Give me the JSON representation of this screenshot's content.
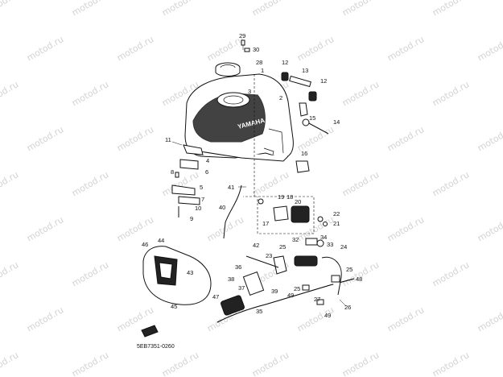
{
  "watermark": "motod.ru",
  "diagram_code": "5EB7351-0260",
  "tank_logo_text": "YAMAHA",
  "callouts": [
    "1",
    "2",
    "3",
    "4",
    "5",
    "6",
    "7",
    "8",
    "9",
    "10",
    "11",
    "12",
    "13",
    "14",
    "15",
    "16",
    "17",
    "18",
    "19",
    "20",
    "21",
    "22",
    "23",
    "24",
    "25",
    "26",
    "27",
    "28",
    "29",
    "30",
    "32",
    "33",
    "34",
    "35",
    "36",
    "37",
    "38",
    "39",
    "40",
    "41",
    "42",
    "43",
    "44",
    "45",
    "46",
    "47",
    "48",
    "49"
  ]
}
